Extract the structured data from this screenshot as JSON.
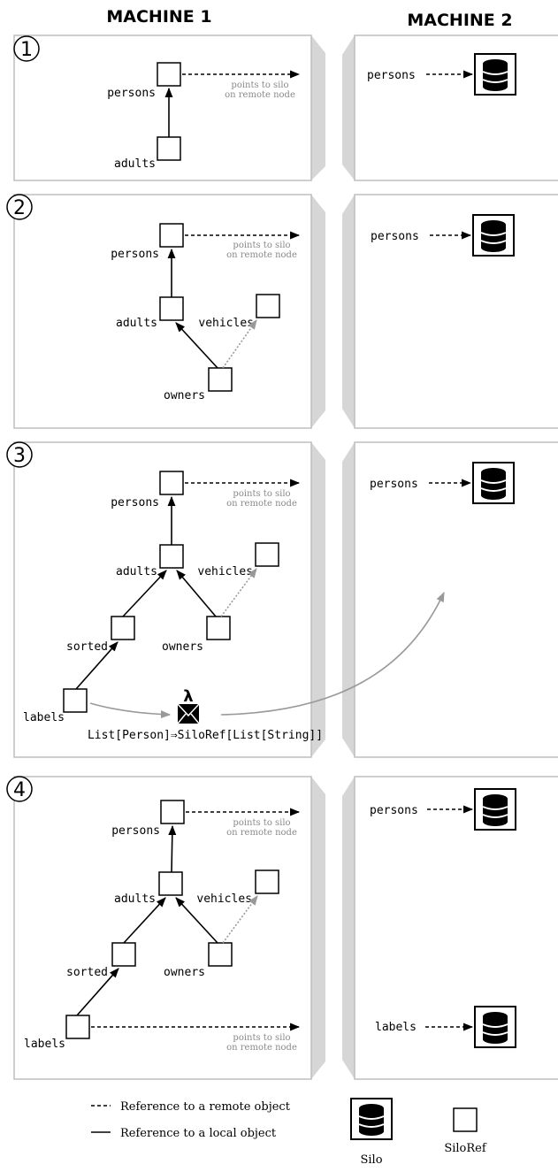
{
  "headers": {
    "machine1": "MACHINE 1",
    "machine2": "MACHINE 2"
  },
  "steps": [
    "1",
    "2",
    "3",
    "4"
  ],
  "node_labels": {
    "persons": "persons",
    "adults": "adults",
    "vehicles": "vehicles",
    "owners": "owners",
    "sorted": "sorted",
    "labels": "labels"
  },
  "remote_note": {
    "line1": "points to silo",
    "line2": "on remote node"
  },
  "lambda": {
    "symbol": "λ",
    "signature": "List[Person]⇒SiloRef[List[String]]"
  },
  "legend": {
    "remote": "Reference to a remote object",
    "local": "Reference to a local object",
    "silo": "Silo",
    "siloref": "SiloRef"
  }
}
